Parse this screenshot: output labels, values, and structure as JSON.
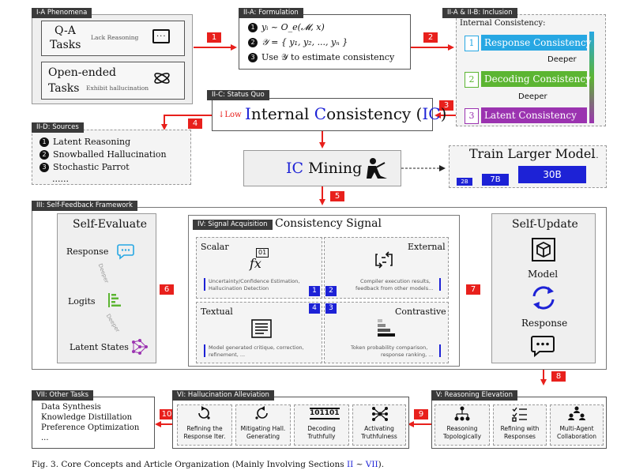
{
  "tags": {
    "phenomena": "I-A Phenomena",
    "formulation": "II-A: Formulation",
    "inclusion": "II-A & II-B: Inclusion",
    "status_quo": "II-C: Status Quo",
    "sources": "II-D: Sources",
    "self_feedback": "III: Self-Feedback Framework",
    "signal_acq": "IV: Signal Acquisition",
    "other_tasks": "VII: Other Tasks",
    "halluc": "VI: Hallucination Alleviation",
    "reasoning": "V: Reasoning Elevation"
  },
  "phenomena": {
    "qa_line1": "Q-A",
    "qa_line2": "Tasks",
    "qa_note": "Lack Reasoning",
    "oe_line1": "Open-ended",
    "oe_line2": "Tasks",
    "oe_note": "Exhibit hallucination"
  },
  "formulation": {
    "l1_num": "1",
    "l1": "yᵢ ~ O_e(𝓜, x)",
    "l2_num": "2",
    "l2": "𝒴 = { y₁, y₂, ..., yₙ }",
    "l3_num": "3",
    "l3": "Use 𝒴 to estimate consistency"
  },
  "inclusion": {
    "title": "Internal Consistency:",
    "items": [
      {
        "num": "1",
        "label": "Response Consistency",
        "color": "#27a7e3"
      },
      {
        "num": "2",
        "label": "Decoding  Consistency",
        "color": "#5cb532"
      },
      {
        "num": "3",
        "label": "Latent Consistency",
        "color": "#9b33b0"
      }
    ],
    "deeper1": "Deeper",
    "deeper2": "Deeper"
  },
  "status_quo": {
    "low": "Low",
    "i": "I",
    "nternal": "nternal ",
    "c": "C",
    "onsistency": "onsistency (",
    "ic": "IC",
    "close": ")"
  },
  "sources": {
    "items": [
      {
        "num": "1",
        "label": "Latent Reasoning"
      },
      {
        "num": "2",
        "label": "Snowballed Hallucination"
      },
      {
        "num": "3",
        "label": "Stochastic Parrot"
      }
    ],
    "more": "......"
  },
  "mining": {
    "ic": "IC",
    "rest": " Mining"
  },
  "train": {
    "title": "Train Larger Model",
    "m1": "2B",
    "m2": "7B",
    "m3": "30B",
    "dots": "..."
  },
  "self_eval": {
    "title": "Self-Evaluate",
    "response": "Response",
    "logits": "Logits",
    "latent": "Latent States",
    "deeper1": "Deeper",
    "deeper2": "Deeper"
  },
  "signal": {
    "title": "Consistency Signal",
    "scalar": "Scalar",
    "scalar_desc1": "Uncertainty/Confidence  Estimation,",
    "scalar_desc2": "Hallucination Detection",
    "external": "External",
    "external_desc1": "Compiler execution results,",
    "external_desc2": "feedback from other models...",
    "textual": "Textual",
    "textual_desc1": "Model generated critique, correction,",
    "textual_desc2": "refinement, ...",
    "contrastive": "Contrastive",
    "contrastive_desc1": "Token probability comparison,",
    "contrastive_desc2": "response ranking, ...",
    "n1": "1",
    "n2": "2",
    "n3": "3",
    "n4": "4",
    "fx": "fx",
    "fx_num": "01"
  },
  "self_update": {
    "title": "Self-Update",
    "model": "Model",
    "response": "Response"
  },
  "other_tasks": {
    "items": [
      "Data Synthesis",
      "Knowledge Distillation",
      "Preference Optimization",
      "..."
    ]
  },
  "halluc": {
    "items": [
      {
        "l1": "Refining the",
        "l2": "Response Iter."
      },
      {
        "l1": "Mitigating Hall.",
        "l2": "Generating"
      },
      {
        "l1": "Decoding",
        "l2": "Truthfully"
      },
      {
        "l1": "Activating",
        "l2": "Truthfulness"
      }
    ],
    "binary": "101101"
  },
  "reasoning": {
    "items": [
      {
        "l1": "Reasoning",
        "l2": "Topologically"
      },
      {
        "l1": "Refining with",
        "l2": "Responses"
      },
      {
        "l1": "Multi-Agent",
        "l2": "Collaboration"
      }
    ]
  },
  "steps": [
    "1",
    "2",
    "3",
    "4",
    "5",
    "6",
    "7",
    "8",
    "9",
    "10"
  ],
  "caption": {
    "pre": "Fig. 3.  Core Concepts and Article Organization (Mainly Involving Sections ",
    "s1": "II",
    "mid": " ~ ",
    "s2": "VII",
    "post": ")."
  },
  "colors": {
    "red": "#e8201c",
    "blue": "#1d22d6",
    "cyan": "#27a7e3",
    "green": "#5cb532",
    "purple": "#9b33b0"
  }
}
